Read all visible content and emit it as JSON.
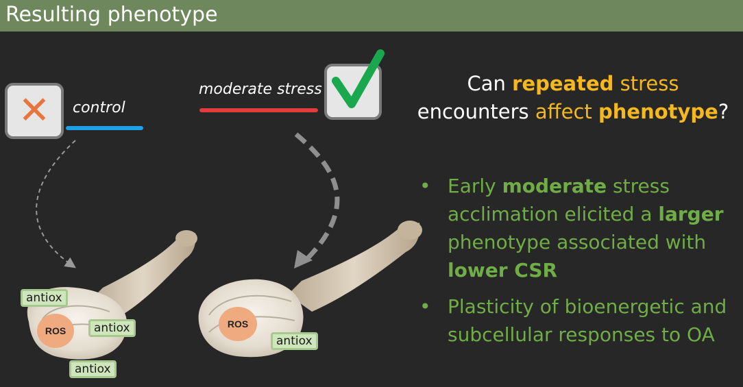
{
  "slide": {
    "title": "Resulting phenotype"
  },
  "groups": {
    "control": {
      "label": "control",
      "mark": "cross-icon"
    },
    "moderate": {
      "label": "moderate stress",
      "mark": "checkmark-icon"
    }
  },
  "question": {
    "p1": "Can ",
    "p2": "repeated",
    "p3": " stress",
    "p4": "encounters ",
    "p5": "affect",
    "p6": " ",
    "p7": "phenotype",
    "p8": "?"
  },
  "bullets": {
    "b1_p1": "Early ",
    "b1_p2": "moderate",
    "b1_p3": " stress acclimation elicited a ",
    "b1_p4": "larger",
    "b1_p5": " phenotype associated with ",
    "b1_p6": "lower CSR",
    "b2": "Plasticity of bioenergetic and subcellular responses to OA"
  },
  "diagram": {
    "ros": "ROS",
    "antiox": "antiox"
  },
  "colors": {
    "header": "#6f875c",
    "accent_yellow": "#f5b81e",
    "accent_green": "#6fae46",
    "control_line": "#1ea0e6",
    "stress_line": "#e23b3b",
    "cross": "#e7753d",
    "check": "#1aa84e"
  }
}
